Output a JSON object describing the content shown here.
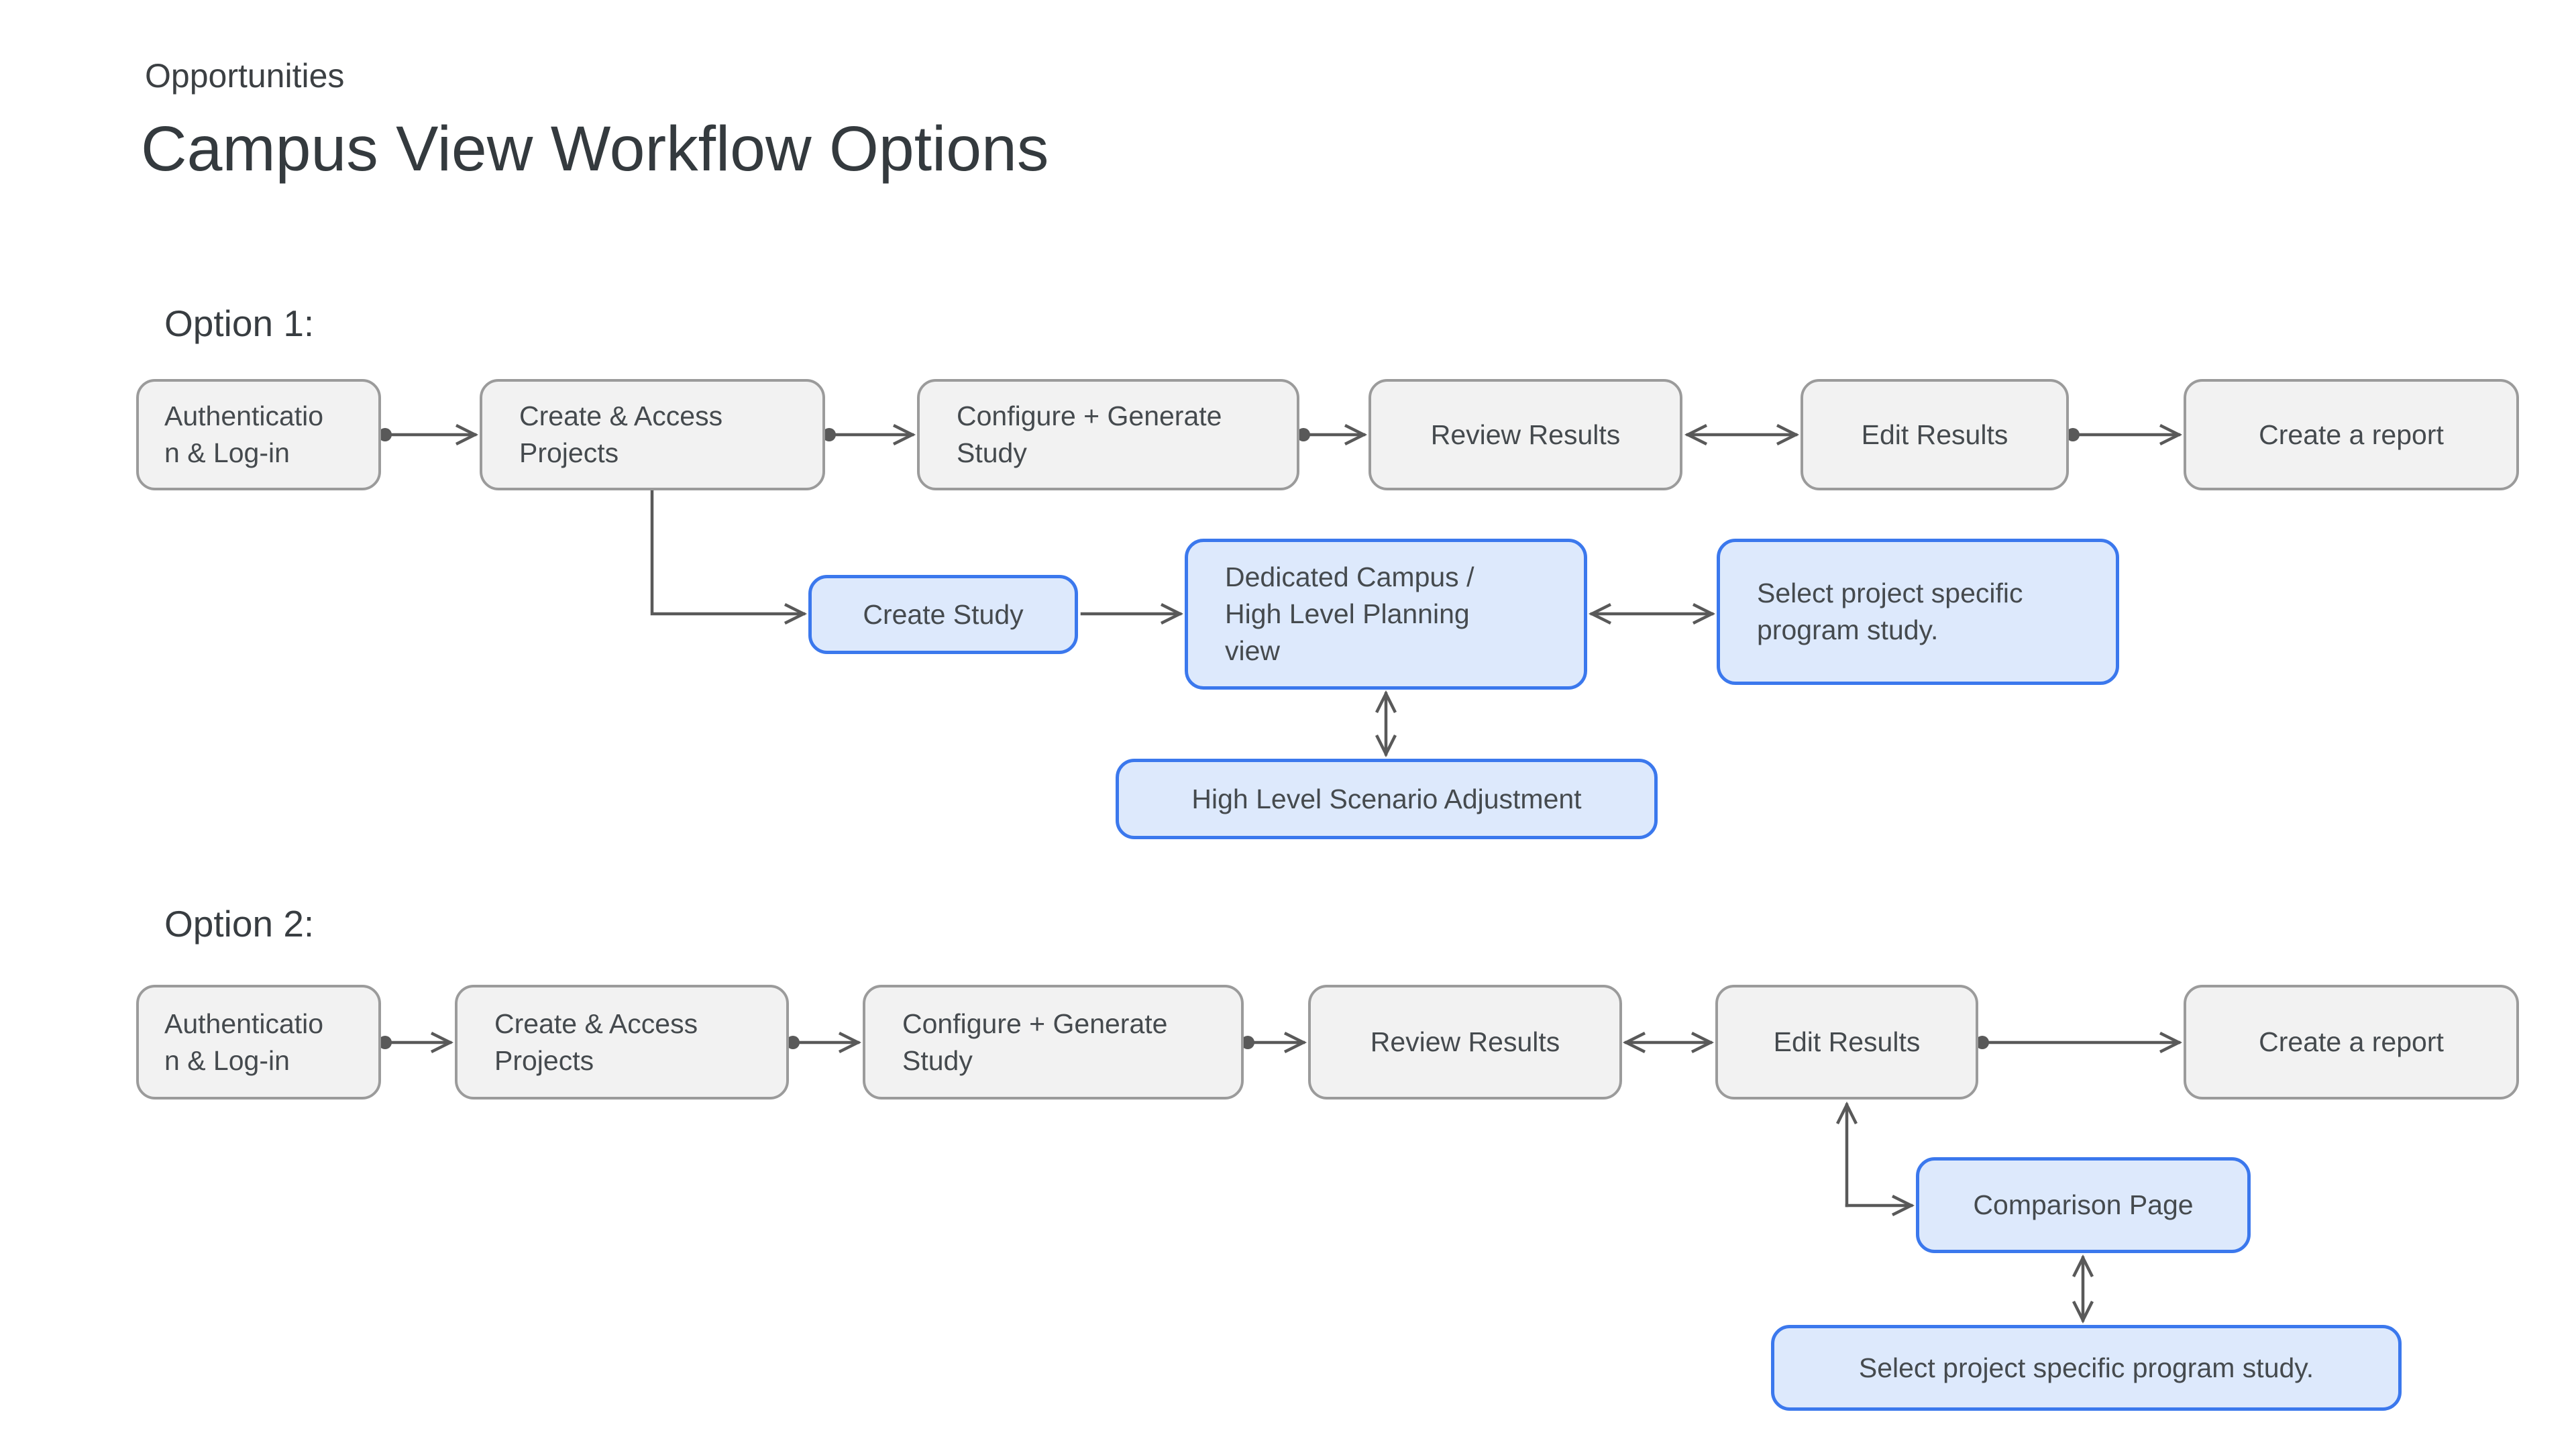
{
  "page": {
    "kicker": "Opportunities",
    "title": "Campus View Workflow Options"
  },
  "colors": {
    "background": "#ffffff",
    "gray_node_fill": "#f2f2f2",
    "gray_node_border": "#9b9b9b",
    "blue_node_fill": "#dde9fc",
    "blue_node_border": "#3b78ed",
    "arrow": "#595959",
    "text": "#454a4e"
  },
  "option1": {
    "label": "Option 1:",
    "nodes": {
      "auth": {
        "label": "Authenticatio\nn & Log-in"
      },
      "projects": {
        "label": "Create & Access\nProjects"
      },
      "configure": {
        "label": "Configure + Generate\nStudy"
      },
      "review": {
        "label": "Review Results"
      },
      "edit": {
        "label": "Edit Results"
      },
      "report": {
        "label": "Create a report"
      },
      "create_study": {
        "label": "Create Study"
      },
      "dedicated": {
        "label": "Dedicated Campus /\nHigh Level Planning\nview"
      },
      "select_program": {
        "label": "Select project specific\nprogram study."
      },
      "scenario": {
        "label": "High Level Scenario Adjustment"
      }
    }
  },
  "option2": {
    "label": "Option 2:",
    "nodes": {
      "auth": {
        "label": "Authenticatio\nn & Log-in"
      },
      "projects": {
        "label": "Create & Access\nProjects"
      },
      "configure": {
        "label": "Configure + Generate\nStudy"
      },
      "review": {
        "label": "Review Results"
      },
      "edit": {
        "label": "Edit Results"
      },
      "report": {
        "label": "Create a report"
      },
      "comparison": {
        "label": "Comparison Page"
      },
      "select_program": {
        "label": "Select project specific program study."
      }
    }
  }
}
